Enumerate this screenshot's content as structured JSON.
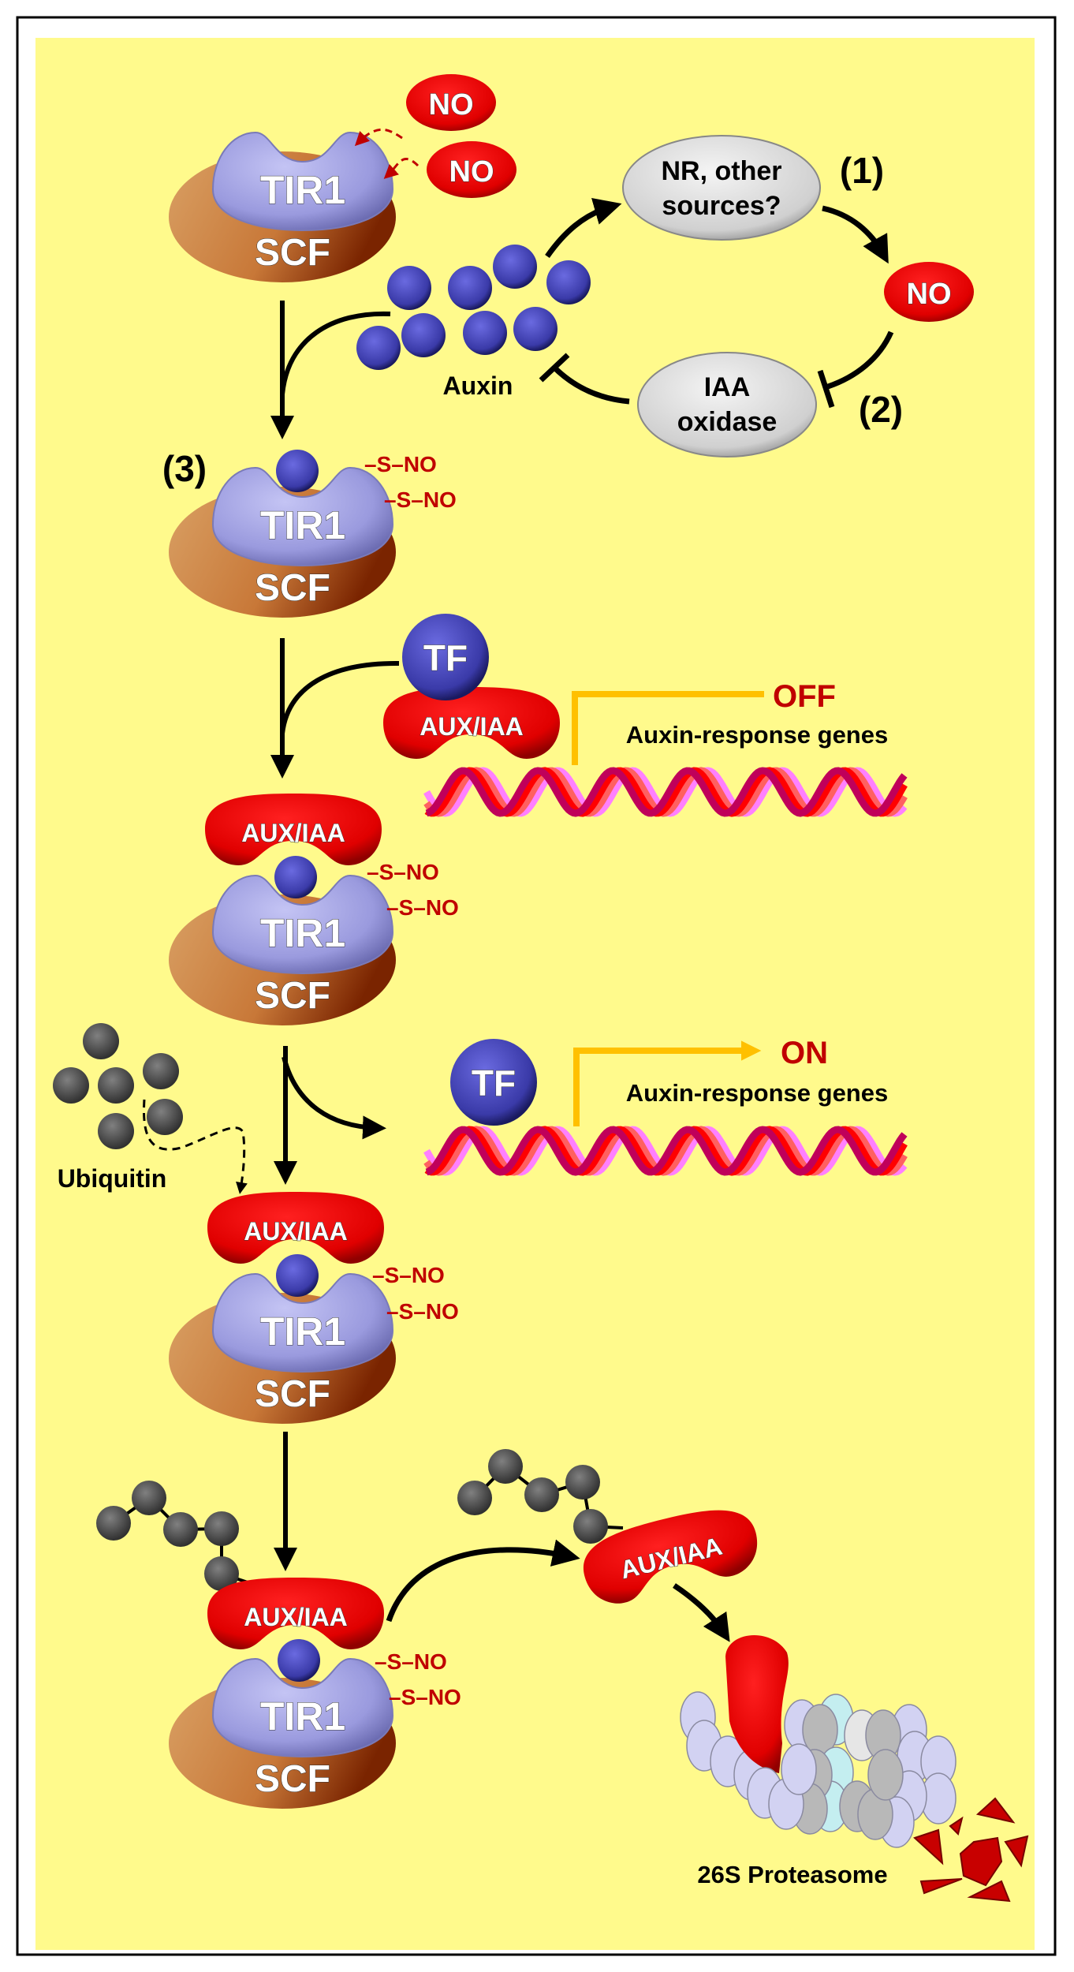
{
  "colors": {
    "background": "#FFFA8C",
    "tir1": "#9C9CE0",
    "scf": "#C8783A",
    "aux_iaa": "#E00000",
    "auxin": "#3A3AA8",
    "ubiquitin": "#555555",
    "no": "#E00000",
    "gene_arrow": "#FFC000",
    "text_red": "#B00000"
  },
  "labels": {
    "tir1": "TIR1",
    "scf": "SCF",
    "no": "NO",
    "s_no": "–S–NO",
    "nr_line1": "NR, other",
    "nr_line2": "sources?",
    "step1": "(1)",
    "step2": "(2)",
    "step3": "(3)",
    "iaa_line1": "IAA",
    "iaa_line2": "oxidase",
    "auxin": "Auxin",
    "tf": "TF",
    "aux_iaa": "AUX/IAA",
    "off": "OFF",
    "on": "ON",
    "genes": "Auxin-response genes",
    "ubiquitin": "Ubiquitin",
    "proteasome": "26S Proteasome"
  }
}
